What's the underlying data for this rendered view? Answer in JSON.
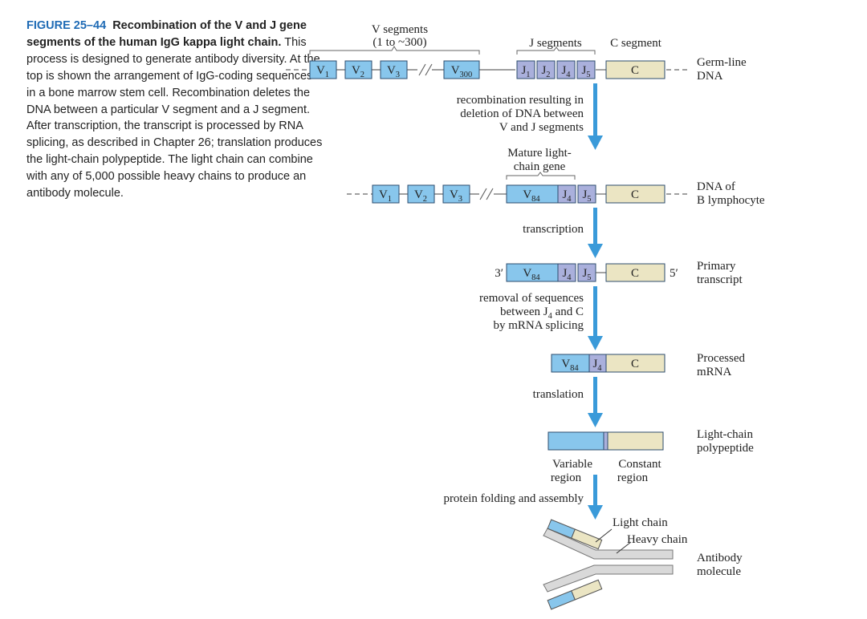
{
  "caption": {
    "fig_number": "FIGURE 25–44",
    "title": "Recombination of the V and J gene segments of the human IgG kappa light chain.",
    "body": "This process is designed to generate antibody diversity. At the top is shown the arrangement of IgG-coding sequences in a bone marrow stem cell. Recombination deletes the DNA between a particular V segment and a J segment. After transcription, the transcript is processed by RNA splicing, as described in Chapter 26; translation produces the light-chain polypeptide. The light chain can combine with any of 5,000 possible heavy chains to produce an antibody molecule."
  },
  "diagram": {
    "v_segments_label": [
      "V segments",
      "(1 to ~300)"
    ],
    "j_segments_label": "J segments",
    "c_segment_label": "C segment",
    "segment_letters": {
      "v": "V",
      "j": "J",
      "c": "C"
    },
    "germline_v_subscripts": [
      "1",
      "2",
      "3",
      "300"
    ],
    "germline_j_subscripts": [
      "1",
      "2",
      "4",
      "5"
    ],
    "b_cell_v_subscripts": [
      "1",
      "2",
      "3"
    ],
    "recombined_v_subscript": "84",
    "recombined_j_subscripts": [
      "4",
      "5"
    ],
    "spliced_j_subscript": "4",
    "row_labels": {
      "germline": [
        "Germ-line",
        "DNA"
      ],
      "b_cell": [
        "DNA of",
        "B lymphocyte"
      ],
      "primary": [
        "Primary",
        "transcript"
      ],
      "processed": [
        "Processed",
        "mRNA"
      ],
      "polypeptide": [
        "Light-chain",
        "polypeptide"
      ],
      "antibody": [
        "Antibody",
        "molecule"
      ]
    },
    "steps": {
      "recombination": [
        "recombination resulting in",
        "deletion of DNA between",
        "V and J segments"
      ],
      "transcription": "transcription",
      "removal": {
        "line1": "removal of sequences",
        "line2_prefix": "between J",
        "line2_sub": "4",
        "line2_suffix": " and C",
        "line3": "by mRNA splicing"
      },
      "translation": "translation",
      "folding": "protein folding and assembly"
    },
    "mature_gene_label": [
      "Mature light-",
      "chain gene"
    ],
    "three_prime": "3′",
    "five_prime": "5′",
    "region_labels": {
      "variable": [
        "Variable",
        "region"
      ],
      "constant": [
        "Constant",
        "region"
      ]
    },
    "chain_labels": {
      "light": "Light chain",
      "heavy": "Heavy chain"
    },
    "colors": {
      "v_segment": "#88c6ec",
      "j_segment": "#aab0dc",
      "c_segment": "#ebe5c3",
      "heavy_chain": "#d9d9d9",
      "arrow": "#3a9ad9",
      "figure_number": "#1f6bb5"
    }
  }
}
